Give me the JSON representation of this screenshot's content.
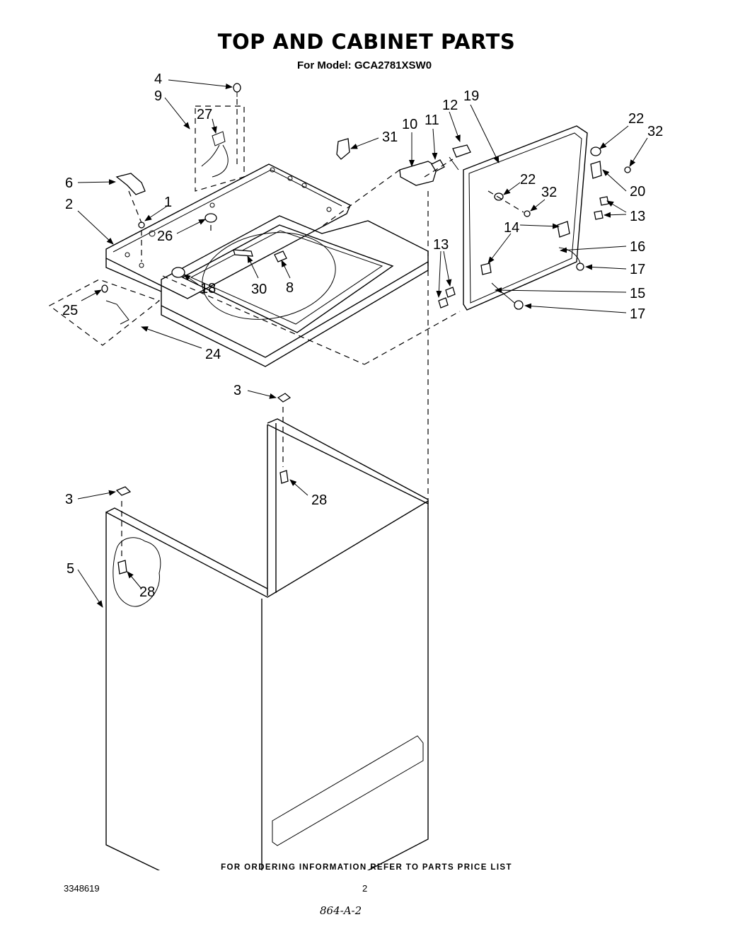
{
  "header": {
    "title": "TOP AND CABINET PARTS",
    "subtitle": "For Model: GCA2781XSW0"
  },
  "footer": {
    "ordering_note": "FOR ORDERING INFORMATION REFER TO PARTS PRICE LIST",
    "doc_number": "3348619",
    "page_number": "2",
    "handwritten_code": "864-A-2"
  },
  "callouts": {
    "c1": "1",
    "c2": "2",
    "c3a": "3",
    "c3b": "3",
    "c4": "4",
    "c5": "5",
    "c6": "6",
    "c8": "8",
    "c9": "9",
    "c10": "10",
    "c11": "11",
    "c12": "12",
    "c13a": "13",
    "c13b": "13",
    "c14": "14",
    "c15": "15",
    "c16": "16",
    "c17a": "17",
    "c17b": "17",
    "c18": "18",
    "c19": "19",
    "c20": "20",
    "c22a": "22",
    "c22b": "22",
    "c24": "24",
    "c25": "25",
    "c26": "26",
    "c27": "27",
    "c28a": "28",
    "c28b": "28",
    "c30": "30",
    "c31": "31",
    "c32a": "32",
    "c32b": "32"
  }
}
